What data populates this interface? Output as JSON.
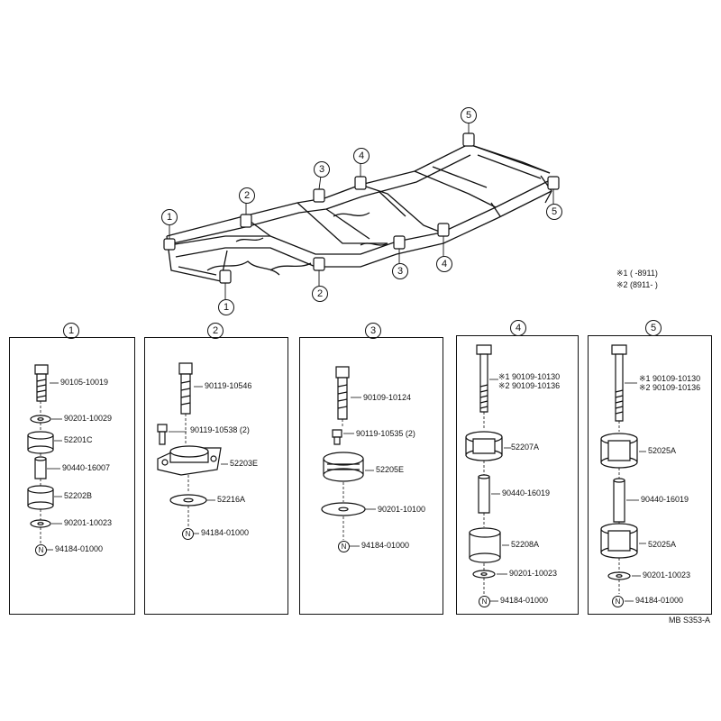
{
  "frame_callouts": [
    "1",
    "2",
    "3",
    "4",
    "5",
    "5",
    "4",
    "3",
    "2",
    "1"
  ],
  "legend": {
    "line1": "※1 (      -8911)",
    "line2": "※2 (8911-      )"
  },
  "diagram_id": "MB S353-A",
  "panels": [
    {
      "num": "1",
      "parts": [
        "90105-10019",
        "90201-10029",
        "52201C",
        "90440-16007",
        "52202B",
        "90201-10023",
        "94184-01000"
      ],
      "n_mark": "N"
    },
    {
      "num": "2",
      "parts": [
        "90119-10546",
        "90119-10538 (2)",
        "52203E",
        "52216A",
        "94184-01000"
      ],
      "n_mark": "N"
    },
    {
      "num": "3",
      "parts": [
        "90109-10124",
        "90119-10535 (2)",
        "52205E",
        "90201-10100",
        "94184-01000"
      ],
      "n_mark": "N"
    },
    {
      "num": "4",
      "parts": [
        "※1 90109-10130",
        "※2 90109-10136",
        "52207A",
        "90440-16019",
        "52208A",
        "90201-10023",
        "94184-01000"
      ],
      "n_mark": "N"
    },
    {
      "num": "5",
      "parts": [
        "※1 90109-10130",
        "※2 90109-10136",
        "52025A",
        "90440-16019",
        "52025A",
        "90201-10023",
        "94184-01000"
      ],
      "n_mark": "N"
    }
  ]
}
